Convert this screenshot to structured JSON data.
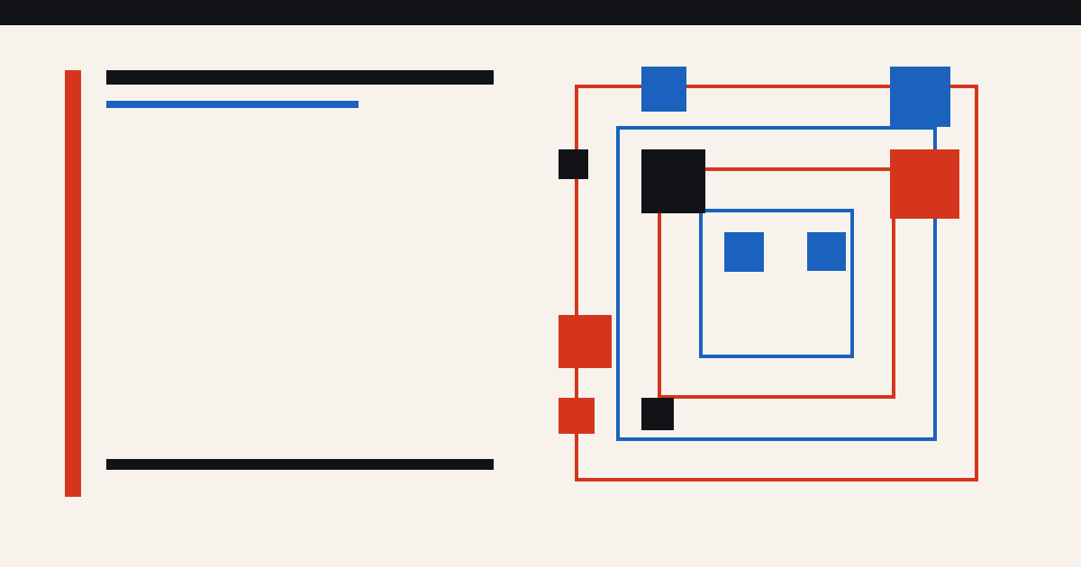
{
  "palette": {
    "background": "#f7f3ec",
    "ink": "#121316",
    "red": "#d5351c",
    "blue": "#1a62be"
  },
  "shapes": {
    "outline_squares": [
      "red",
      "blue",
      "red",
      "blue"
    ],
    "filled_blocks": [
      "blue",
      "blue",
      "black",
      "black",
      "red",
      "blue",
      "blue",
      "red",
      "red",
      "black"
    ]
  }
}
